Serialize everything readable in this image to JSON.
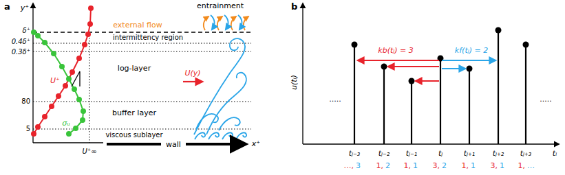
{
  "diagram": {
    "labels": [
      "a",
      "y⁺",
      "δ⁺",
      "0.4δ⁺",
      "0.3δ⁺",
      "80",
      "5",
      "U⁺",
      "σᵤ",
      "U⁺∞",
      "external flow",
      "intermittency region",
      "log-layer",
      "buffer layer",
      "viscous sublayer",
      "wall",
      "x⁺",
      "entrainment",
      "U(y)",
      "b",
      "u(tᵢ)",
      "tᵢ",
      "kb(tⱼ) = 3",
      "kf(tⱼ) = 2",
      ".....",
      ".....",
      "tⱼ₋₃",
      "tⱼ₋₂",
      "tⱼ₋₁",
      "tⱼ",
      "tⱼ₊₁",
      "tⱼ₊₂",
      "tⱼ₊₃",
      "…,",
      "1,",
      "1,",
      "3,",
      "1,",
      "3,",
      "1,",
      "3",
      "2",
      "1",
      "2",
      "1",
      "1",
      "…"
    ]
  }
}
